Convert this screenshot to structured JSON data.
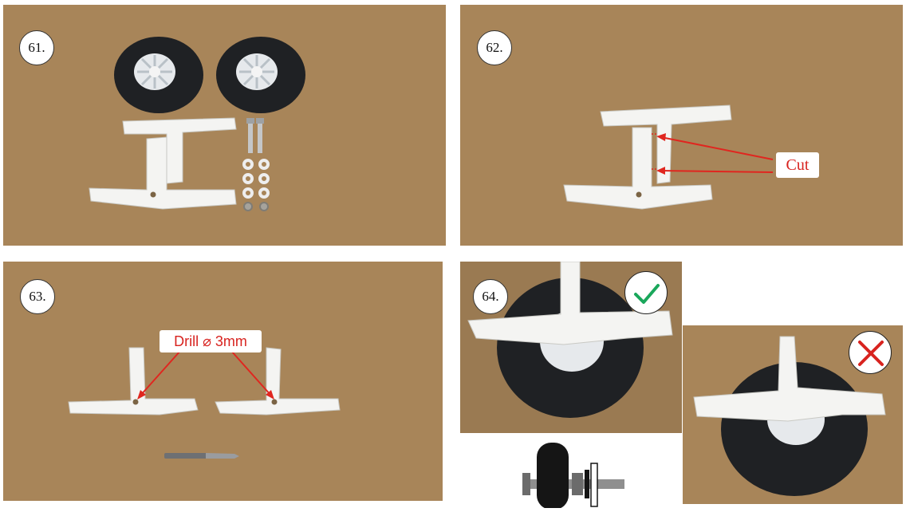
{
  "steps": {
    "s61": {
      "label": "61."
    },
    "s62": {
      "label": "62.",
      "callout": "Cut"
    },
    "s63": {
      "label": "63.",
      "callout": "Drill ⌀ 3mm"
    },
    "s64": {
      "label": "64."
    }
  },
  "colors": {
    "cardboard": "#a88559",
    "cardboard_dark": "#8a6a42",
    "callout_text": "#d8231f",
    "check_green": "#1aa75b",
    "cross_red": "#d8231f",
    "arrow_red": "#e0261f",
    "tire": "#1f2124",
    "plastic_white": "#f4f4f2"
  },
  "icons": {
    "correct": "checkmark-icon",
    "wrong": "cross-icon"
  }
}
